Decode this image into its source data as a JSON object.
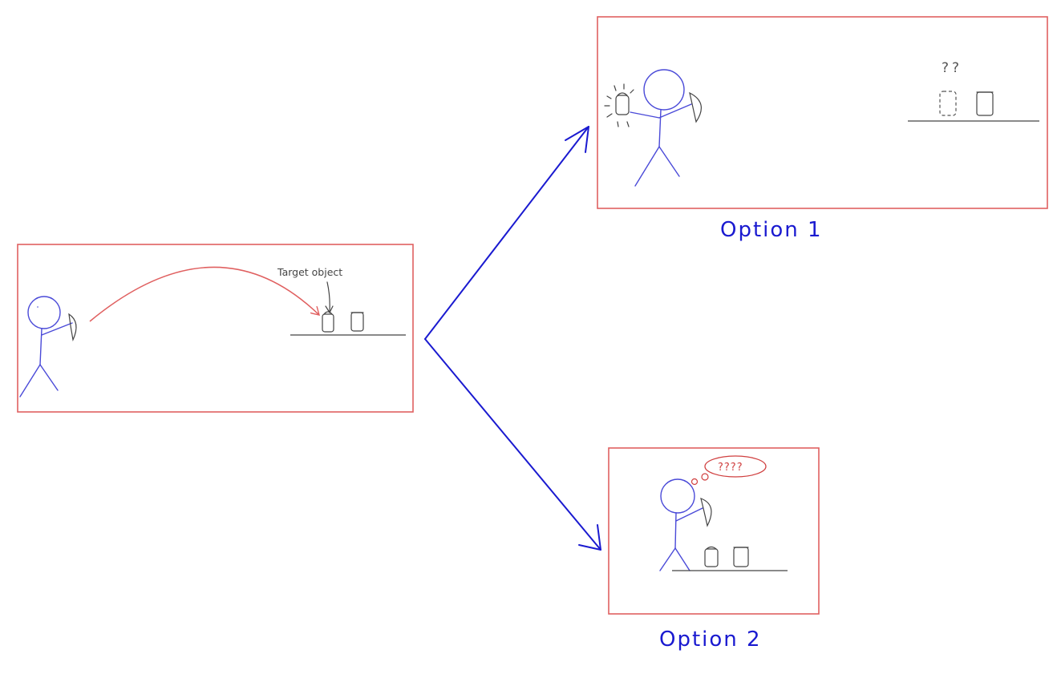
{
  "colors": {
    "panel_border": "#e06060",
    "figure": "#4a4ad8",
    "arrow": "#1a1ad0",
    "throw_arc": "#e06060",
    "thought": "#d04040",
    "ink": "#444444"
  },
  "labels": {
    "target_object": "Target object",
    "option1": "Option 1",
    "option2": "Option 2",
    "option1_marks": "??",
    "option2_thought": "????"
  },
  "icons": {
    "figure": "stick-figure-icon",
    "shield": "shield-icon",
    "can": "can-icon",
    "arrow": "arrow-icon"
  }
}
